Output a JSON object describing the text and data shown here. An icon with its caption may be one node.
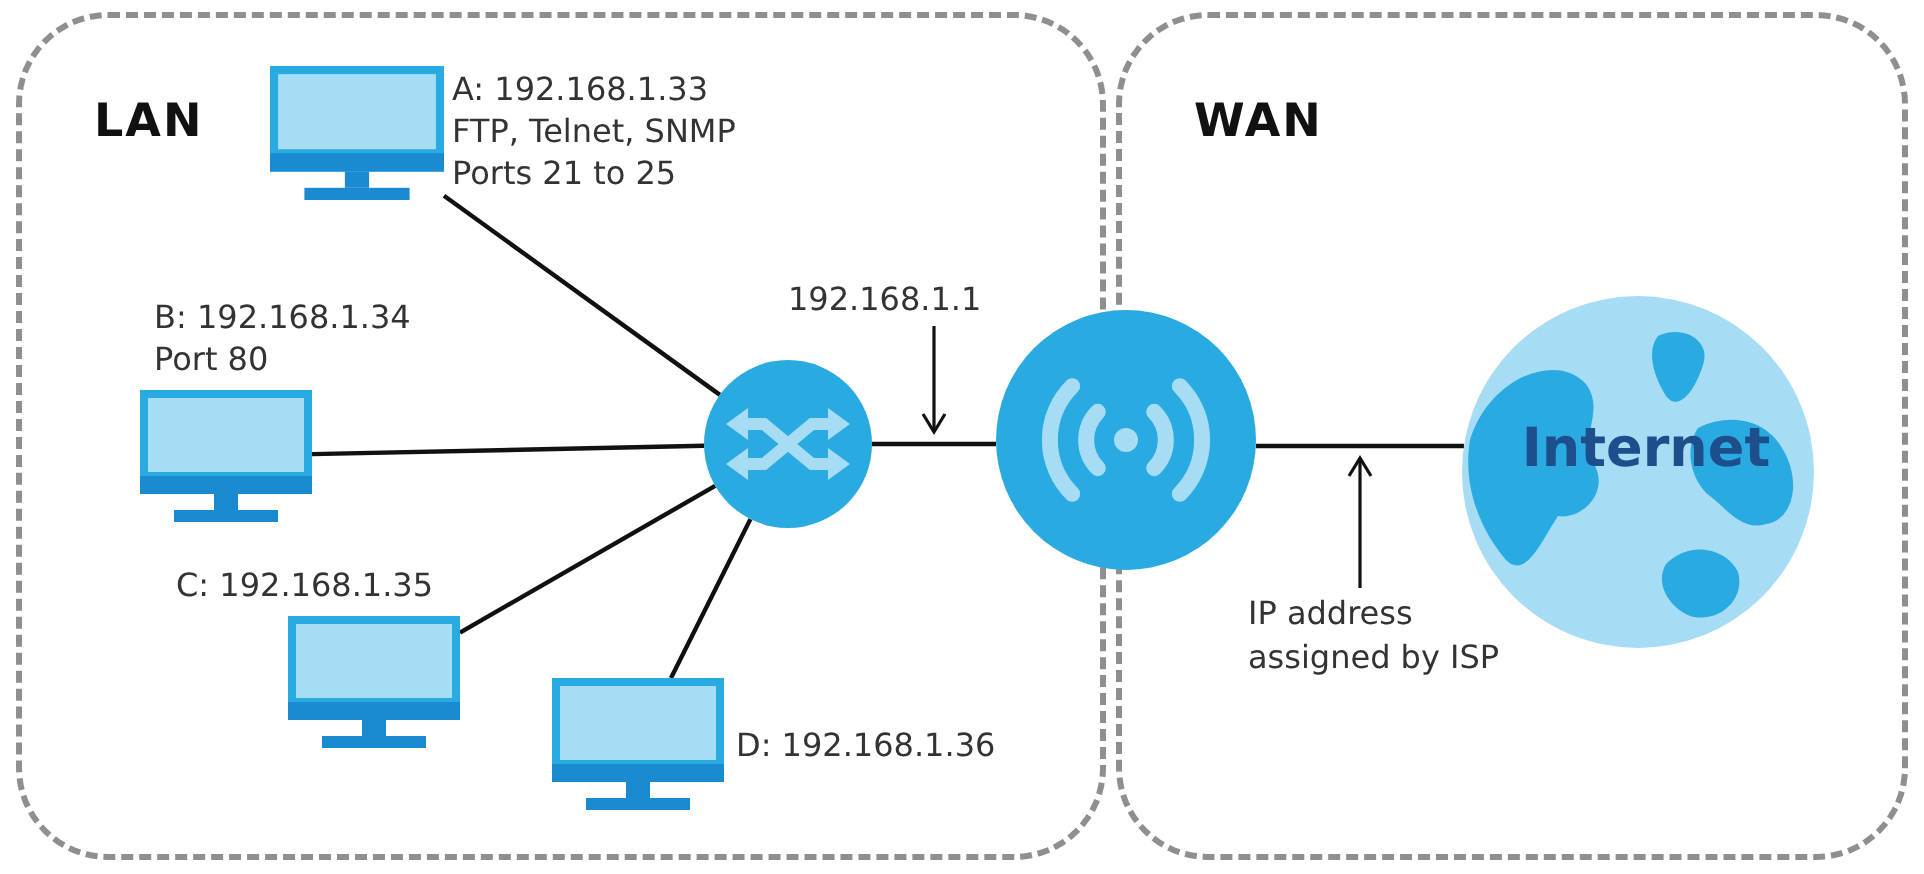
{
  "diagram": {
    "nodes": [
      {
        "text": [
          "LAN"
        ]
      },
      {
        "text": [],
        "shape": "picture",
        "in": 0,
        "beside": [
          "A: 192.168.1.33",
          "FTP, Telnet, SNMP",
          "Ports 21 to 25"
        ]
      },
      {
        "text": [],
        "shape": "picture",
        "in": 0,
        "beside": [
          "B: 192.168.1.34",
          "Port 80"
        ]
      },
      {
        "text": [
          "192.168.1.1"
        ],
        "in": 0
      },
      {
        "text": [],
        "shape": "circle",
        "in": 0
      },
      {
        "text": [],
        "shape": "picture",
        "in": 0,
        "beside": [
          "C: 192.168.1.35"
        ]
      },
      {
        "text": [],
        "shape": "picture",
        "in": 0,
        "beside": [
          "D: 192.168.1.36"
        ]
      },
      {
        "text": [
          "WAN"
        ]
      },
      {
        "text": [],
        "shape": "circle"
      },
      {
        "text": [
          "Internet"
        ],
        "in": 7
      },
      {
        "text": [
          "IP address assigned by ISP"
        ],
        "in": 7
      }
    ],
    "edges": [
      {
        "from": 1,
        "to": 4,
        "arrow": "none"
      },
      {
        "from": 2,
        "to": 4,
        "arrow": "none"
      },
      {
        "from": 5,
        "to": 4,
        "arrow": "none"
      },
      {
        "from": 6,
        "to": 4,
        "arrow": "none"
      },
      {
        "from": 4,
        "to": 8,
        "arrow": "none"
      },
      {
        "from": 8,
        "to": 9,
        "arrow": "none"
      },
      {
        "from": 3,
        "to": null,
        "arrow": "to"
      },
      {
        "from": 10,
        "to": null,
        "arrow": "to"
      }
    ]
  }
}
